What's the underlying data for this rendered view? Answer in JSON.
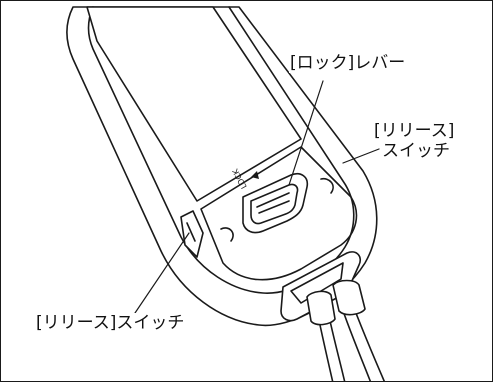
{
  "callouts": {
    "lock_lever": "[ロック]レバー",
    "release_switch_right_line1": "[リリース]",
    "release_switch_right_line2": "スイッチ",
    "release_switch_left": "[リリース]スイッチ"
  },
  "device": {
    "lever_marking": "LOCK"
  },
  "colors": {
    "line": "#1a1a1a",
    "body_fill": "#ffffff",
    "screen_fill": "#ffffff"
  }
}
